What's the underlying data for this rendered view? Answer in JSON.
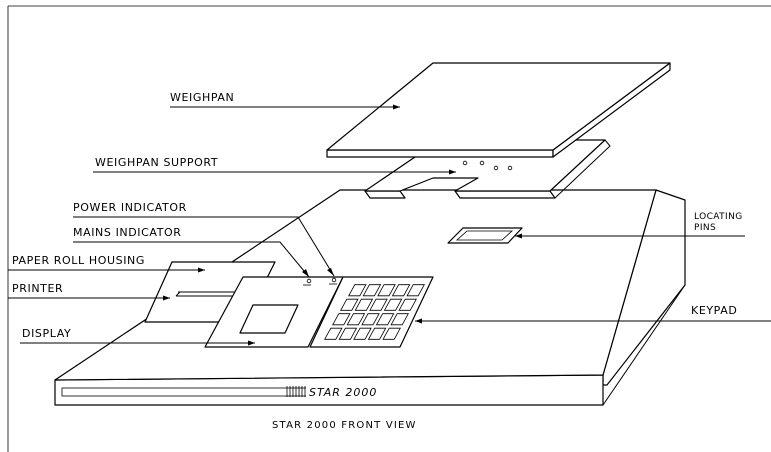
{
  "labels": {
    "weighpan": "WEIGHPAN",
    "weighpan_support": "WEIGHPAN SUPPORT",
    "power_indicator": "POWER INDICATOR",
    "mains_indicator": "MAINS INDICATOR",
    "paper_roll_housing": "PAPER ROLL HOUSING",
    "printer": "PRINTER",
    "display": "DISPLAY",
    "locating_pins_line1": "LOCATING",
    "locating_pins_line2": "PINS",
    "keypad": "KEYPAD"
  },
  "brand": "STAR 2000",
  "caption": "STAR 2000 FRONT VIEW"
}
